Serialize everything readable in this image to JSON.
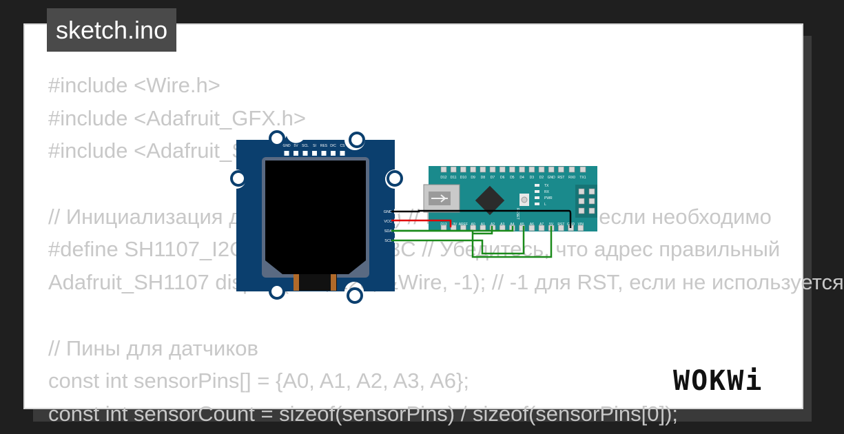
{
  "title": "sketch.ino",
  "code_lines": [
    "#include <Wire.h>",
    "#include <Adafruit_GFX.h>",
    "#include <Adafruit_SH110X.h>",
    "",
    "// Инициализация дисплея (128x64) // Измените адрес, если необходимо",
    "#define SH1107_I2C_ADDRESS 0x3C // Убедитесь, что адрес правильный",
    "Adafruit_SH1107 display(128, 128, &Wire, -1); // -1 для RST, если не используется",
    "",
    "// Пины для датчиков",
    "const int sensorPins[] = {A0, A1, A2, A3, A6};",
    "const int sensorCount = sizeof(sensorPins) / sizeof(sensorPins[0]);"
  ],
  "oled": {
    "top_pins": [
      "GND",
      "5V",
      "SCL",
      "SI",
      "RES",
      "D/C",
      "CS"
    ],
    "side_pins": [
      "GND",
      "VCC",
      "SDA",
      "SCL"
    ]
  },
  "nano": {
    "top_pins": [
      "D12",
      "D11",
      "D10",
      "D9",
      "D8",
      "D7",
      "D6",
      "D5",
      "D4",
      "D3",
      "D2",
      "GND",
      "RST",
      "RX0",
      "TX1"
    ],
    "bottom_pins": [
      "D13",
      "3.3V",
      "AREF",
      "A0",
      "A1",
      "A2",
      "A3",
      "A4",
      "A5",
      "A6",
      "A7",
      "5V",
      "RST",
      "GND",
      "VIN"
    ],
    "leds": [
      "TX",
      "RX",
      "PWR",
      "L"
    ],
    "reset_label": "RESET"
  },
  "logo": "WOKWi",
  "colors": {
    "background": "#1f1f1f",
    "oled_board": "#0b3f6e",
    "nano_board": "#1a8a8c",
    "wire_gnd": "#000000",
    "wire_vcc": "#e00000",
    "wire_signal": "#1a8a1a",
    "code_text": "#c8c8c8"
  }
}
